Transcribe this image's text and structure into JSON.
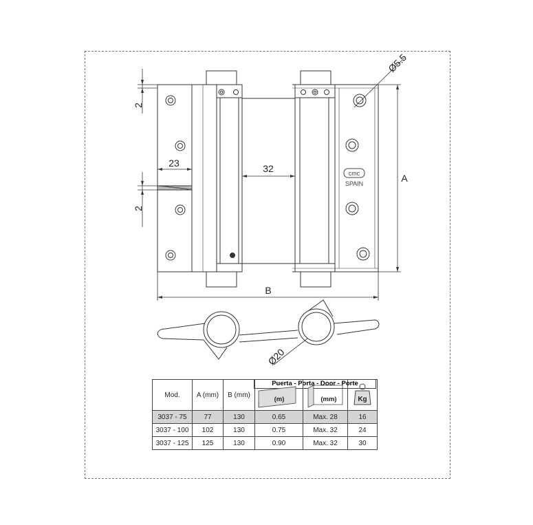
{
  "dimensions": {
    "two_top": "2",
    "twenty_three": "23",
    "thirty_two": "32",
    "two_bottom": "2",
    "hole_diameter": "Ø5.5",
    "a": "A",
    "b": "B",
    "pin_diameter": "Ø20"
  },
  "brand_text": "SPAIN",
  "logo_text": "cmc",
  "table": {
    "door_header": "Puerta - Porta - Door - Porte",
    "col_mod": "Mod.",
    "col_a": "A (mm)",
    "col_b": "B (mm)",
    "col_thickness": "(m)",
    "col_width": "(mm)",
    "col_weight": "Kg",
    "rows": [
      {
        "mod": "3037 - 75",
        "a": "77",
        "b": "130",
        "m": "0.65",
        "mm": "Max. 28",
        "kg": "16"
      },
      {
        "mod": "3037 - 100",
        "a": "102",
        "b": "130",
        "m": "0.75",
        "mm": "Max. 32",
        "kg": "24"
      },
      {
        "mod": "3037 - 125",
        "a": "125",
        "b": "130",
        "m": "0.90",
        "mm": "Max. 32",
        "kg": "30"
      }
    ]
  }
}
